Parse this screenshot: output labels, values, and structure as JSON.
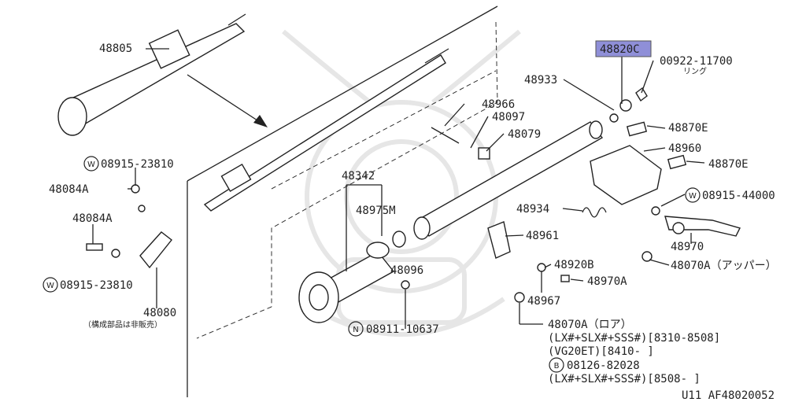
{
  "labels": {
    "p48805": "48805",
    "p48820c": "48820C",
    "p00922": "00922-11700",
    "p00922_sub": "リング",
    "p48933": "48933",
    "p48966": "48966",
    "p48097": "48097",
    "p48079": "48079",
    "p48870e_a": "48870E",
    "p48960": "48960",
    "p48870e_b": "48870E",
    "w08915_44000": "08915-44000",
    "w08915_23810_a": "08915-23810",
    "p48084a_a": "48084A",
    "p48084a_b": "48084A",
    "w08915_23810_b": "08915-23810",
    "p48080": "48080",
    "p48080_note": "（構成部品は非販売）",
    "p48342": "48342",
    "p48975m": "48975M",
    "p48934": "48934",
    "p48961": "48961",
    "p48970": "48970",
    "p48070a_upper": "48070A（アッパー）",
    "p48920b": "48920B",
    "p48970a": "48970A",
    "p48096": "48096",
    "p48967": "48967",
    "n08911": "08911-10637",
    "p48070a_lower": "48070A（ロア）",
    "note1": "(LX#+SLX#+SSS#)[8310-8508]",
    "note2": "(VG20ET)[8410-     ]",
    "b08126": "08126-82028",
    "note3": "(LX#+SLX#+SSS#)[8508-     ]",
    "footer": "U11  AF48020052"
  },
  "markers": {
    "w": "W",
    "n": "N",
    "b": "B"
  },
  "highlight_color": "#8f8fd8"
}
